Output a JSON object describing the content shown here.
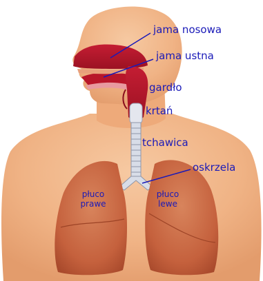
{
  "labels": {
    "jama_nosowa": "jama nosowa",
    "jama_ustna": "jama ustna",
    "gardlo": "gardło",
    "krtan": "krtań",
    "tchawica": "tchawica",
    "oskrzela": "oskrzela",
    "pluco_prawe": [
      "płuco",
      "prawe"
    ],
    "pluco_lewe": [
      "płuco",
      "lewe"
    ]
  },
  "colors": {
    "skin": "#f0b385",
    "skin_dark": "#d98e5c",
    "airway": "#b8162a",
    "lung": "#c5613d",
    "lung_light": "#d37a55",
    "trachea": "#d8dde8",
    "label": "#1a1ab8",
    "pointer": "#1a1ab8"
  }
}
